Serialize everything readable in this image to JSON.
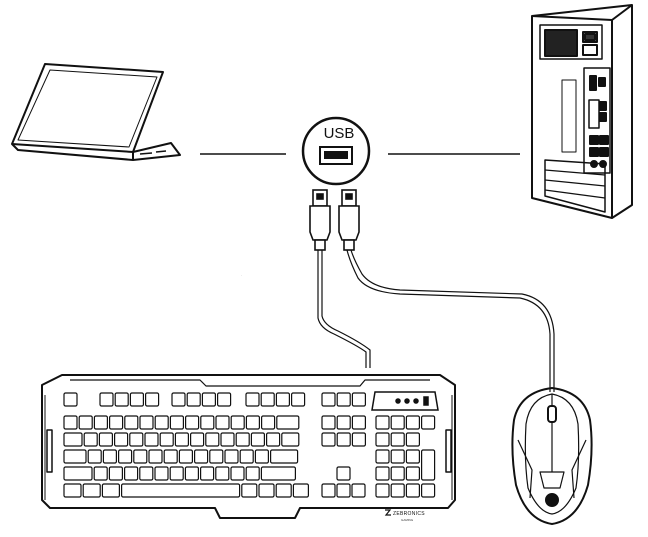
{
  "diagram": {
    "usb_port_label": "USB",
    "keyboard_brand": "ZEBRONICS",
    "keyboard_brand_sub": "GAMING",
    "devices": [
      "laptop-icon",
      "desktop-tower-icon",
      "usb-port-icon",
      "usb-plug-icon",
      "keyboard-icon",
      "mouse-icon"
    ]
  }
}
